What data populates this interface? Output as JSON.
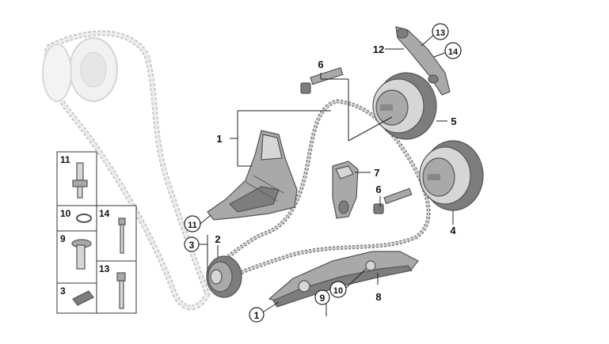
{
  "callouts": [
    {
      "id": "c1a",
      "text": "1",
      "circled": false
    },
    {
      "id": "c1b",
      "text": "1",
      "circled": true
    },
    {
      "id": "c2",
      "text": "2",
      "circled": false
    },
    {
      "id": "c3",
      "text": "3",
      "circled": true
    },
    {
      "id": "c4",
      "text": "4",
      "circled": false
    },
    {
      "id": "c5",
      "text": "5",
      "circled": false
    },
    {
      "id": "c6a",
      "text": "6",
      "circled": false
    },
    {
      "id": "c6b",
      "text": "6",
      "circled": false
    },
    {
      "id": "c7",
      "text": "7",
      "circled": false
    },
    {
      "id": "c8",
      "text": "8",
      "circled": false
    },
    {
      "id": "c9",
      "text": "9",
      "circled": true
    },
    {
      "id": "c10",
      "text": "10",
      "circled": true
    },
    {
      "id": "c11",
      "text": "11",
      "circled": true
    },
    {
      "id": "c12",
      "text": "12",
      "circled": false
    },
    {
      "id": "c13",
      "text": "13",
      "circled": true
    },
    {
      "id": "c14",
      "text": "14",
      "circled": true
    }
  ],
  "inset": {
    "cells": [
      {
        "text": "11"
      },
      {
        "text": "10"
      },
      {
        "text": "14"
      },
      {
        "text": "9"
      },
      {
        "text": "13"
      },
      {
        "text": "3"
      }
    ]
  },
  "colors": {
    "line": "#222222",
    "part_dark": "#7d7d7d",
    "part_mid": "#a9a9a9",
    "part_light": "#d6d6d6",
    "ghost": "#c8c8c8"
  }
}
